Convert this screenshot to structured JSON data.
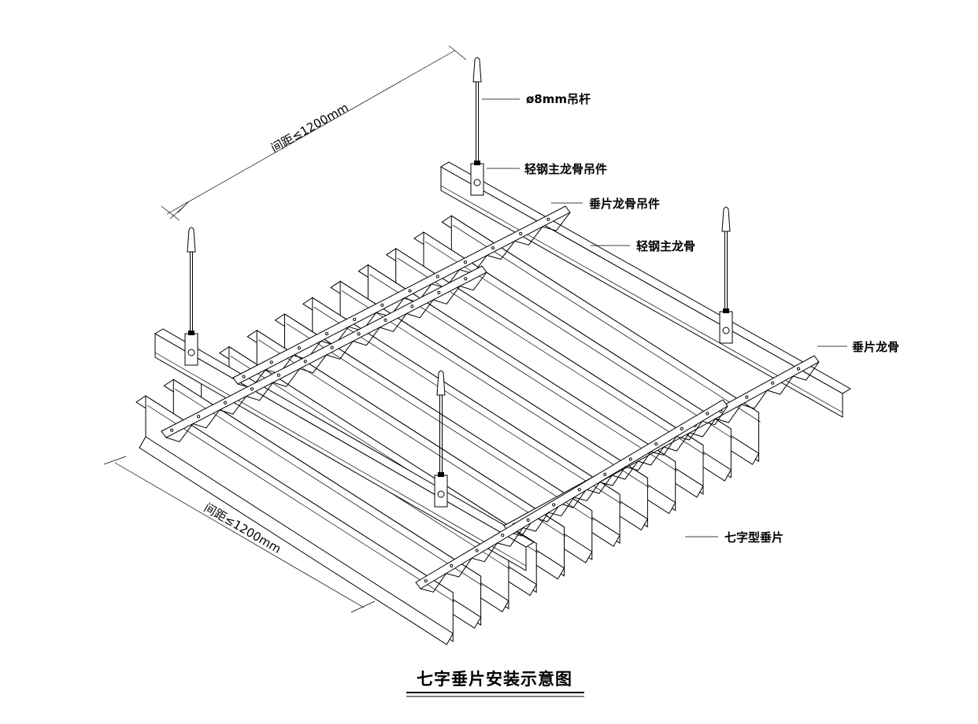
{
  "diagram": {
    "title": "七字垂片安装示意图",
    "labels": {
      "rod": "ø8mm吊杆",
      "main_hanger": "轻钢主龙骨吊件",
      "blade_hanger": "垂片龙骨吊件",
      "main_keel": "轻钢主龙骨",
      "blade_keel": "垂片龙骨",
      "blade": "七字型垂片"
    },
    "dimensions": {
      "top_spacing": "间距≤1200mm",
      "bottom_spacing": "间距≤1200mm"
    },
    "blade_count": 12,
    "colors": {
      "line": "#000000",
      "background": "#ffffff"
    }
  }
}
